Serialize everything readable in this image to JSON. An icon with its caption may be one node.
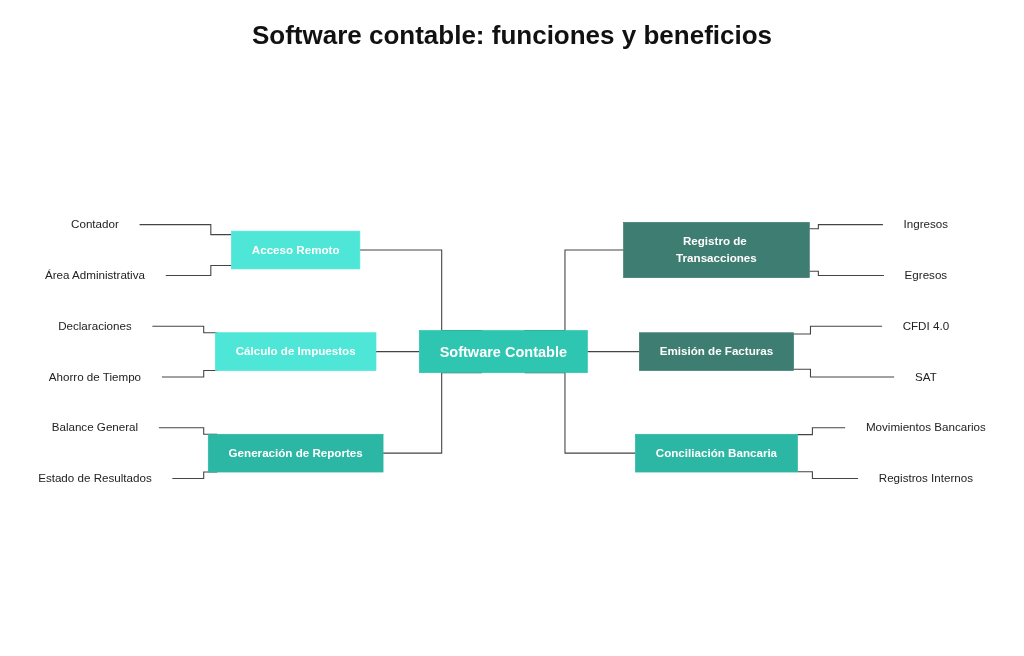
{
  "diagram": {
    "title": "Software contable: funciones y beneficios",
    "nodes": [
      {
        "text": [
          "Acceso Remoto"
        ]
      },
      {
        "text": [
          "Contador"
        ]
      },
      {
        "text": [
          "Área Administrativa"
        ]
      },
      {
        "text": [
          "Registro de Transacciones"
        ]
      },
      {
        "text": [
          "Ingresos"
        ]
      },
      {
        "text": [
          "Egresos"
        ]
      },
      {
        "text": [
          "Cálculo de Impuestos"
        ]
      },
      {
        "text": [
          "Declaraciones"
        ]
      },
      {
        "text": [
          "Ahorro de Tiempo"
        ]
      },
      {
        "text": [
          "Software Contable"
        ]
      },
      {
        "text": [
          "Emisión de Facturas"
        ]
      },
      {
        "text": [
          "CFDI 4.0"
        ]
      },
      {
        "text": [
          "SAT"
        ]
      },
      {
        "text": [
          "Generación de Reportes"
        ]
      },
      {
        "text": [
          "Balance General"
        ]
      },
      {
        "text": [
          "Estado de Resultados"
        ]
      },
      {
        "text": [
          "Conciliación Bancaria"
        ]
      },
      {
        "text": [
          "Movimientos Bancarios"
        ]
      },
      {
        "text": [
          "Registros Internos"
        ]
      }
    ],
    "edges": [
      {
        "from": 1,
        "to": 0,
        "arrow": "none"
      },
      {
        "from": 2,
        "to": 0,
        "arrow": "none"
      },
      {
        "from": 0,
        "to": 9,
        "arrow": "none"
      },
      {
        "from": 7,
        "to": 6,
        "arrow": "none"
      },
      {
        "from": 8,
        "to": 6,
        "arrow": "none"
      },
      {
        "from": 6,
        "to": 9,
        "arrow": "none"
      },
      {
        "from": 14,
        "to": 13,
        "arrow": "none"
      },
      {
        "from": 15,
        "to": 13,
        "arrow": "none"
      },
      {
        "from": 13,
        "to": 9,
        "arrow": "none"
      },
      {
        "from": 9,
        "to": 3,
        "arrow": "none"
      },
      {
        "from": 3,
        "to": 4,
        "arrow": "none"
      },
      {
        "from": 3,
        "to": 5,
        "arrow": "none"
      },
      {
        "from": 9,
        "to": 10,
        "arrow": "none"
      },
      {
        "from": 10,
        "to": 11,
        "arrow": "none"
      },
      {
        "from": 10,
        "to": 12,
        "arrow": "none"
      },
      {
        "from": 9,
        "to": 16,
        "arrow": "none"
      },
      {
        "from": 16,
        "to": 17,
        "arrow": "none"
      },
      {
        "from": 16,
        "to": 18,
        "arrow": "none"
      }
    ]
  }
}
